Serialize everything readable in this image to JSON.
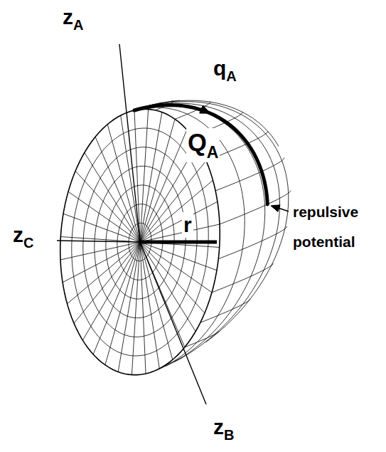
{
  "diagram": {
    "labels": [
      "zA",
      "qA",
      "QA",
      "repulsive potential",
      "zC",
      "r",
      "zB"
    ]
  }
}
